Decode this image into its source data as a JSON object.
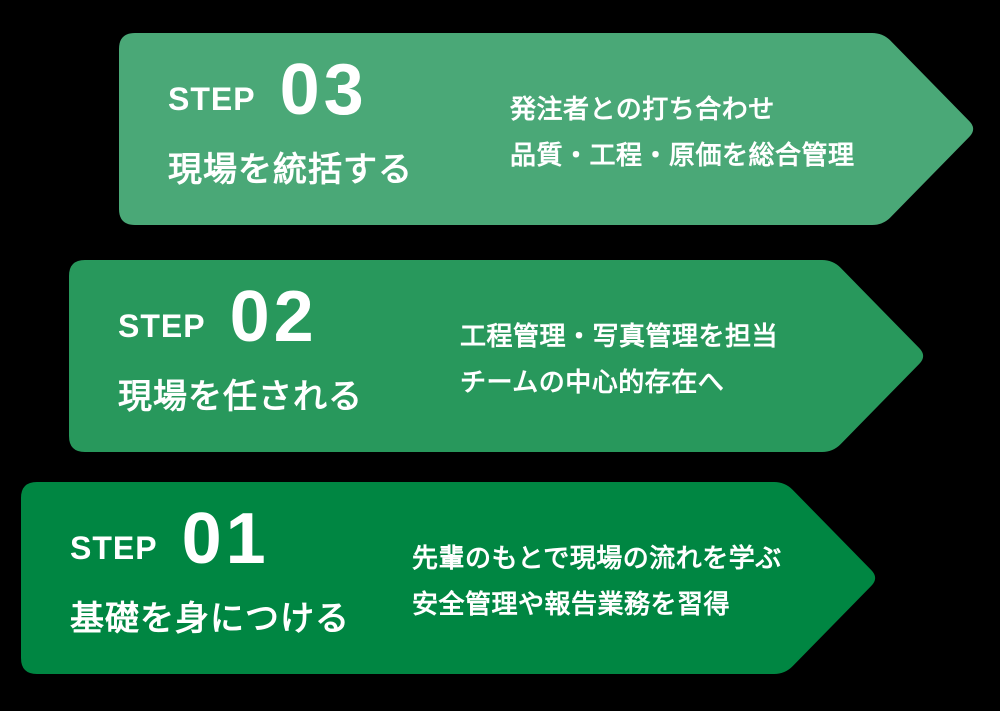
{
  "background_color": "#000000",
  "text_color": "#ffffff",
  "steps": [
    {
      "id": "step-03",
      "label": "STEP",
      "number": "03",
      "title": "現場を統括する",
      "description_lines": [
        "発注者との打ち合わせ",
        "品質・工程・原価を総合管理"
      ],
      "color": "#4AA877"
    },
    {
      "id": "step-02",
      "label": "STEP",
      "number": "02",
      "title": "現場を任される",
      "description_lines": [
        "工程管理・写真管理を担当",
        "チームの中心的存在へ"
      ],
      "color": "#28985C"
    },
    {
      "id": "step-01",
      "label": "STEP",
      "number": "01",
      "title": "基礎を身につける",
      "description_lines": [
        "先輩のもとで現場の流れを学ぶ",
        "安全管理や報告業務を習得"
      ],
      "color": "#008642"
    }
  ]
}
